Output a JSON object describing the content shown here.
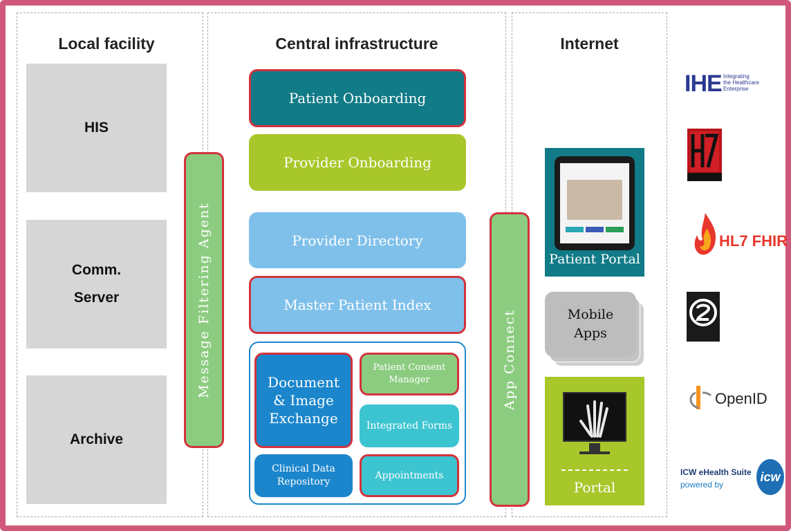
{
  "columns": {
    "local": "Local facility",
    "central": "Central infrastructure",
    "internet": "Internet"
  },
  "local_boxes": [
    {
      "line1": "HIS",
      "line2": ""
    },
    {
      "line1": "Comm.",
      "line2": "Server"
    },
    {
      "line1": "Archive",
      "line2": ""
    }
  ],
  "message_filter": "Message Filtering Agent",
  "app_connect": "App Connect",
  "central_blocks": {
    "patient_onboarding": "Patient Onboarding",
    "provider_onboarding": "Provider Onboarding",
    "provider_directory": "Provider Directory",
    "master_patient_index": "Master Patient Index",
    "doc_exchange": [
      "Document",
      "& Image",
      "Exchange"
    ],
    "patient_consent": [
      "Patient Consent",
      "Manager"
    ],
    "integrated_forms": "Integrated Forms",
    "clinical_data": [
      "Clinical Data",
      "Repository"
    ],
    "appointments": "Appointments"
  },
  "internet_items": {
    "patient_portal": "Patient Portal",
    "mobile_apps": [
      "Mobile",
      "Apps"
    ],
    "portal": "Portal"
  },
  "logos": {
    "ihe_main": "IHE",
    "ihe_sub": [
      "Integrating",
      "the Healthcare",
      "Enterprise"
    ],
    "hl7_fhir": "HL7 FHIR",
    "openid": "OpenID",
    "icw_line1": "ICW eHealth Suite",
    "icw_line2": "powered by",
    "icw_badge": "icw"
  },
  "colors": {
    "frame": "#d0587a",
    "teal_dark": "#117b87",
    "lime": "#a8c72a",
    "light_blue": "#7fc0ea",
    "blue": "#1b86cc",
    "turquoise": "#3cc4d0",
    "mint": "#8ccc80",
    "red_border": "#d3323c"
  }
}
